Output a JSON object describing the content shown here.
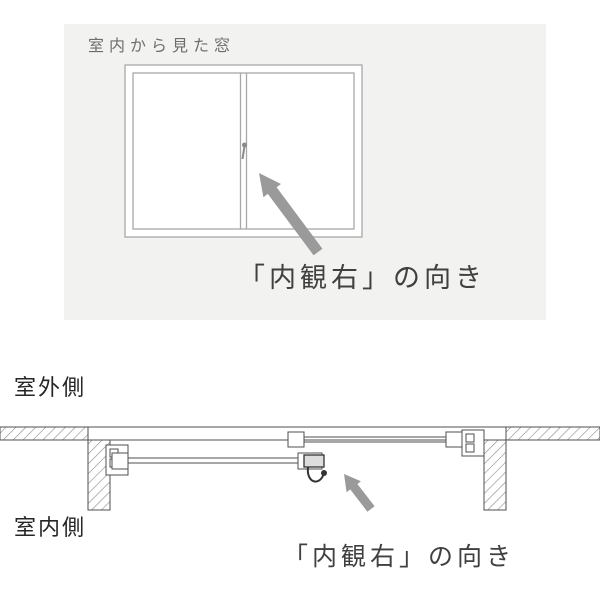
{
  "interior_view": {
    "title": "室内から見た窓",
    "caption": "「内観右」の向き"
  },
  "section_view": {
    "outdoor_label": "室外側",
    "indoor_label": "室内側",
    "caption": "「内観右」の向き"
  },
  "colors": {
    "panel_bg": "#f2f2f0",
    "window_line": "#a8a8a8",
    "section_line": "#4f4f4f",
    "arrow": "#9a9a9a",
    "hatch": "#8a8a8a",
    "title_text": "#6e6e6e",
    "caption_text": "#404040",
    "label_text": "#262626"
  },
  "icons": {
    "interior_arrow": "direction-arrow-icon",
    "section_arrow": "direction-arrow-icon",
    "crescent_lock": "crescent-lock-icon"
  }
}
